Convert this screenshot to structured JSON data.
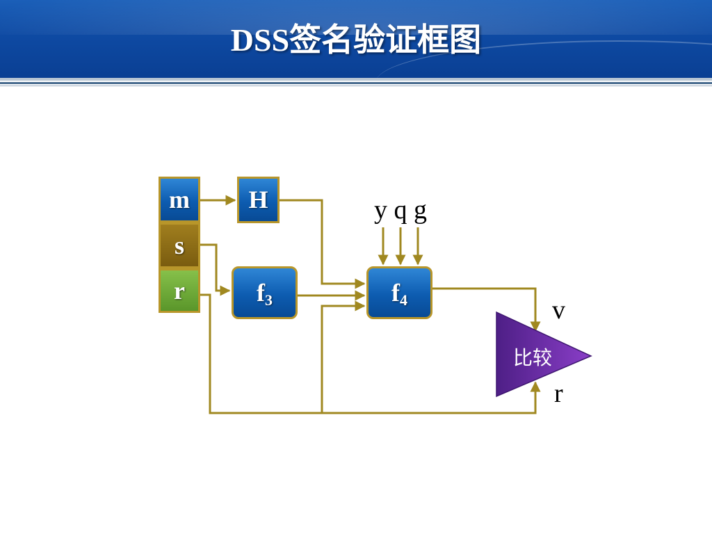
{
  "title": "DSS签名验证框图",
  "inputs": {
    "m": "m",
    "s": "s",
    "r": "r"
  },
  "blocks": {
    "hash": "H",
    "f3": "f",
    "f3_sub": "3",
    "f4": "f",
    "f4_sub": "4"
  },
  "params": "y q g",
  "labels": {
    "v": "v",
    "r": "r"
  },
  "comparator": "比较",
  "colors": {
    "header": "#0e4aa3",
    "block_blue": "#0d5cb0",
    "input_s": "#7a5c0f",
    "input_r": "#5a962a",
    "wire": "#a08820",
    "comparator": "#6a2aa0"
  }
}
